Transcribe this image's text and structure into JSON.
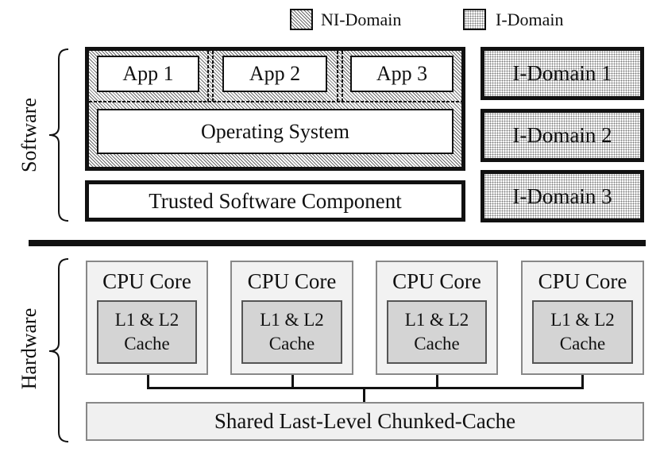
{
  "legend": {
    "ni_domain": "NI-Domain",
    "i_domain": "I-Domain"
  },
  "labels": {
    "software": "Software",
    "hardware": "Hardware"
  },
  "software": {
    "apps": [
      "App 1",
      "App 2",
      "App 3"
    ],
    "os": "Operating System",
    "trusted": "Trusted Software Component",
    "i_domains": [
      "I-Domain 1",
      "I-Domain 2",
      "I-Domain 3"
    ]
  },
  "hardware": {
    "cores": [
      {
        "title": "CPU Core",
        "cache_line1": "L1 & L2",
        "cache_line2": "Cache"
      },
      {
        "title": "CPU Core",
        "cache_line1": "L1 & L2",
        "cache_line2": "Cache"
      },
      {
        "title": "CPU Core",
        "cache_line1": "L1 & L2",
        "cache_line2": "Cache"
      },
      {
        "title": "CPU Core",
        "cache_line1": "L1 & L2",
        "cache_line2": "Cache"
      }
    ],
    "llc": "Shared Last-Level Chunked-Cache"
  },
  "colors": {
    "line": "#111111",
    "core_fill": "#f2f2f2",
    "cache_fill": "#d4d4d4",
    "llc_fill": "#f0f0f0"
  }
}
